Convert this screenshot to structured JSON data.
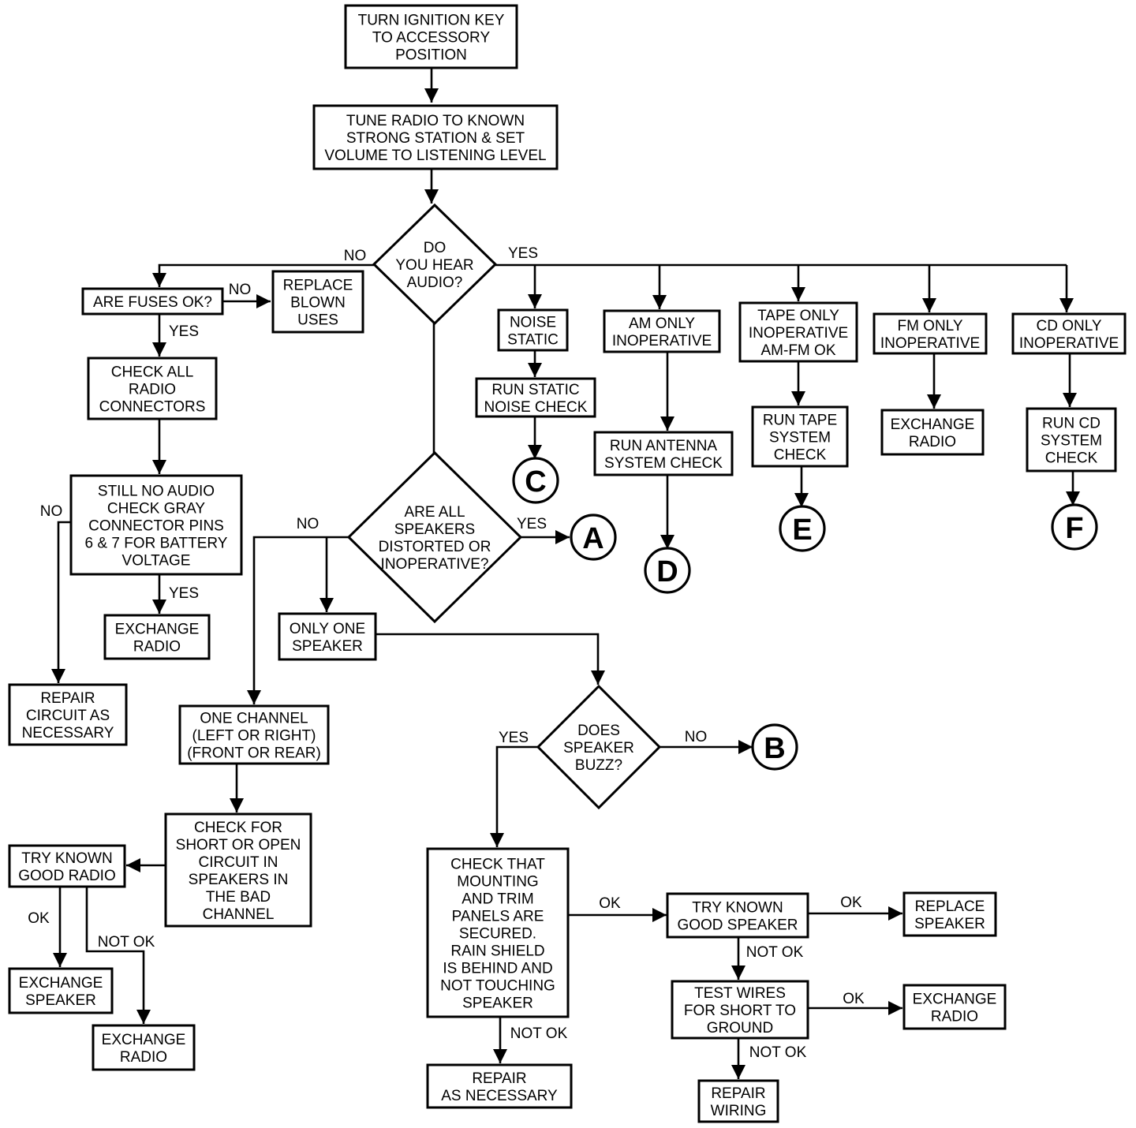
{
  "nodes": {
    "turn_ignition": [
      "TURN IGNITION KEY",
      "TO ACCESSORY",
      "POSITION"
    ],
    "tune_radio": [
      "TUNE RADIO TO KNOWN",
      "STRONG STATION & SET",
      "VOLUME TO LISTENING LEVEL"
    ],
    "hear_audio": [
      "DO",
      "YOU HEAR",
      "AUDIO?"
    ],
    "fuses_ok": [
      "ARE FUSES OK?"
    ],
    "replace_blown": [
      "REPLACE",
      "BLOWN",
      "USES"
    ],
    "check_connectors": [
      "CHECK ALL",
      "RADIO",
      "CONNECTORS"
    ],
    "still_no_audio": [
      "STILL NO AUDIO",
      "CHECK GRAY",
      "CONNECTOR PINS",
      "6 & 7 FOR BATTERY",
      "VOLTAGE"
    ],
    "exchange_radio_1": [
      "EXCHANGE",
      "RADIO"
    ],
    "repair_circuit": [
      "REPAIR",
      "CIRCUIT AS",
      "NECESSARY"
    ],
    "noise_static": [
      "NOISE",
      "STATIC"
    ],
    "run_static": [
      "RUN STATIC",
      "NOISE CHECK"
    ],
    "am_only": [
      "AM ONLY",
      "INOPERATIVE"
    ],
    "run_antenna": [
      "RUN ANTENNA",
      "SYSTEM CHECK"
    ],
    "tape_only": [
      "TAPE ONLY",
      "INOPERATIVE",
      "AM-FM OK"
    ],
    "run_tape": [
      "RUN TAPE",
      "SYSTEM",
      "CHECK"
    ],
    "fm_only": [
      "FM ONLY",
      "INOPERATIVE"
    ],
    "exchange_radio_2": [
      "EXCHANGE",
      "RADIO"
    ],
    "cd_only": [
      "CD ONLY",
      "INOPERATIVE"
    ],
    "run_cd": [
      "RUN CD",
      "SYSTEM",
      "CHECK"
    ],
    "all_speakers": [
      "ARE ALL",
      "SPEAKERS",
      "DISTORTED OR",
      "INOPERATIVE?"
    ],
    "only_one_speaker": [
      "ONLY ONE",
      "SPEAKER"
    ],
    "one_channel": [
      "ONE CHANNEL",
      "(LEFT OR RIGHT)",
      "(FRONT OR REAR)"
    ],
    "check_short": [
      "CHECK FOR",
      "SHORT OR OPEN",
      "CIRCUIT IN",
      "SPEAKERS IN",
      "THE BAD",
      "CHANNEL"
    ],
    "try_radio": [
      "TRY KNOWN",
      "GOOD RADIO"
    ],
    "exchange_speaker": [
      "EXCHANGE",
      "SPEAKER"
    ],
    "exchange_radio_3": [
      "EXCHANGE",
      "RADIO"
    ],
    "speaker_buzz": [
      "DOES",
      "SPEAKER",
      "BUZZ?"
    ],
    "check_mounting": [
      "CHECK THAT",
      "MOUNTING",
      "AND TRIM",
      "PANELS ARE",
      "SECURED.",
      "RAIN SHIELD",
      "IS BEHIND AND",
      "NOT TOUCHING",
      "SPEAKER"
    ],
    "repair_necessary": [
      "REPAIR",
      "AS NECESSARY"
    ],
    "try_speaker": [
      "TRY KNOWN",
      "GOOD SPEAKER"
    ],
    "replace_speaker": [
      "REPLACE",
      "SPEAKER"
    ],
    "test_wires": [
      "TEST WIRES",
      "FOR SHORT TO",
      "GROUND"
    ],
    "exchange_radio_4": [
      "EXCHANGE",
      "RADIO"
    ],
    "repair_wiring": [
      "REPAIR",
      "WIRING"
    ]
  },
  "connectors": {
    "a": "A",
    "b": "B",
    "c": "C",
    "d": "D",
    "e": "E",
    "f": "F"
  },
  "edge_labels": {
    "audio_no": "NO",
    "audio_yes": "YES",
    "fuses_no": "NO",
    "fuses_yes": "YES",
    "still_no": "NO",
    "still_yes": "YES",
    "speakers_no": "NO",
    "speakers_yes": "YES",
    "buzz_yes": "YES",
    "buzz_no": "NO",
    "mount_ok": "OK",
    "mount_not_ok": "NOT OK",
    "try_speaker_ok": "OK",
    "try_speaker_not_ok": "NOT OK",
    "test_wires_ok": "OK",
    "test_wires_not_ok": "NOT OK",
    "try_radio_ok": "OK",
    "try_radio_not_ok": "NOT OK"
  }
}
